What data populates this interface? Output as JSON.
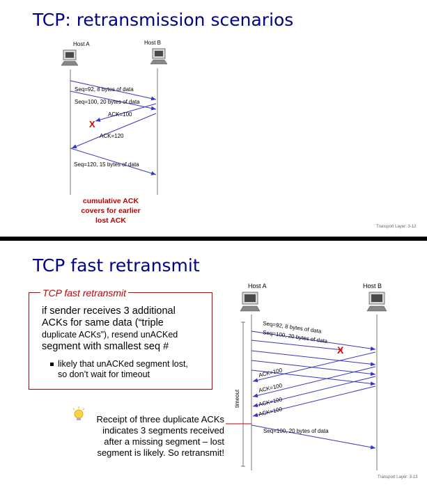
{
  "slide1": {
    "title": "TCP: retransmission scenarios",
    "host_a": "Host A",
    "host_b": "Host B",
    "messages": [
      "Seq=92, 8 bytes of data",
      "Seq=100, 20 bytes of data",
      "ACK=100",
      "ACK=120",
      "Seq=120,  15 bytes of data"
    ],
    "loss_mark": "X",
    "note_lines": [
      "cumulative ACK",
      "covers for earlier",
      "lost ACK"
    ],
    "footer": "Transport Layer: 3-12"
  },
  "slide2": {
    "title": "TCP fast retransmit",
    "box_title": "TCP fast retransmit",
    "box_lines": [
      "if sender receives 3 additional",
      "ACKs for same data (“triple",
      "duplicate ACKs”), resend unACKed",
      "segment with smallest seq #"
    ],
    "bullet_lines": [
      "likely that unACKed segment lost,",
      "so don’t wait for timeout"
    ],
    "host_a": "Host A",
    "host_b": "Host B",
    "messages": [
      "Seq=92, 8 bytes of data",
      "Seq=100, 20 bytes of data",
      "ACK=100",
      "ACK=100",
      "ACK=100",
      "ACK=100",
      "Seq=100, 20 bytes of data"
    ],
    "loss_mark": "X",
    "timeout_label": "timeout",
    "receipt_lines": [
      "Receipt of three duplicate ACKs",
      "indicates 3 segments received",
      "after a missing segment – lost",
      "segment is likely. So retransmit!"
    ],
    "footer": "Transport Layer: 3-13"
  },
  "colors": {
    "title": "#00008b",
    "arrow": "#3636c8",
    "loss": "#e00000",
    "note": "#c00000"
  },
  "icons": [
    "computer-icon",
    "lightbulb-icon"
  ]
}
